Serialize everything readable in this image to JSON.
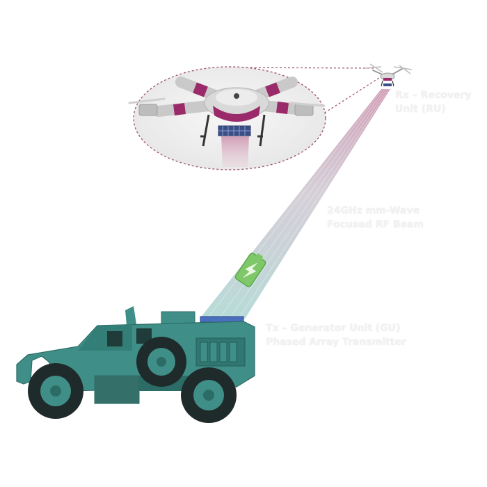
{
  "labels": {
    "rx_line1": "Rx – Recovery",
    "rx_line2": "Unit (RU)",
    "beam_line1": "24GHz mm-Wave",
    "beam_line2": "Focused RF Beam",
    "tx_line1": "Tx – Generator Unit (GU)",
    "tx_line2": "Phased Array Transmitter"
  },
  "colors": {
    "vehicle": "#3f8f88",
    "vehicle_dark": "#2c6c66",
    "tire": "#1f2a2a",
    "drone_body": "#d9d9d9",
    "drone_accent": "#9b2a6a",
    "beam_top": "#c98aa8",
    "beam_bottom": "#9fd0cc",
    "battery": "#7fc86a",
    "callout_outline": "#a35a6e"
  },
  "icons": [
    "battery-charging-icon",
    "drone-icon",
    "armored-vehicle-icon"
  ]
}
